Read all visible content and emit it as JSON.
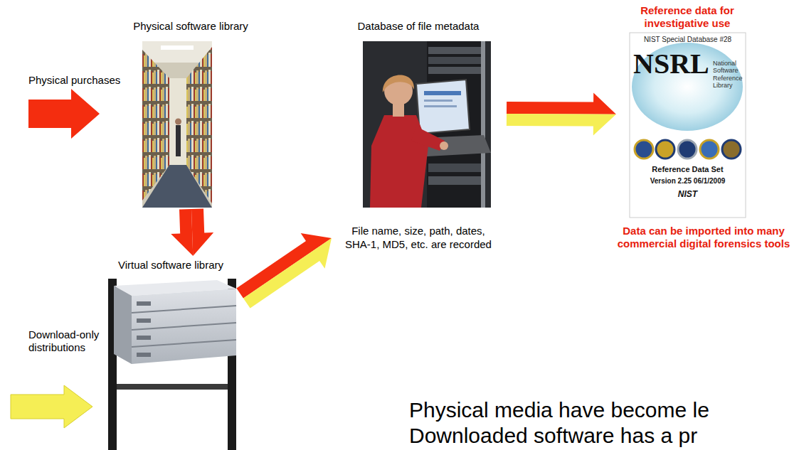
{
  "diagram": {
    "nodes": [
      {
        "text": [
          "Physical software library"
        ]
      },
      {
        "text": [
          "Database of file metadata",
          "File name, size, path, dates, SHA-1, MD5, etc. are recorded"
        ]
      },
      {
        "text": [
          "Reference data for investigative use",
          "NIST Special Database #28",
          "NSRL",
          "National Software Reference Library",
          "Reference Data Set",
          "Version 2.25 06/1/2009",
          "NIST",
          "Data can be imported into many commercial digital forensics tools"
        ]
      },
      {
        "text": [
          "Virtual software library"
        ]
      }
    ],
    "edges": [
      {
        "from": 0,
        "to": 3,
        "arrow": "to"
      },
      {
        "from": 3,
        "to": 1,
        "arrow": "to"
      },
      {
        "from": 1,
        "to": 2,
        "arrow": "to"
      }
    ],
    "labels": [
      "Physical purchases",
      "Download-only distributions",
      "Physical media have become le",
      "Downloaded software has a pr"
    ]
  }
}
